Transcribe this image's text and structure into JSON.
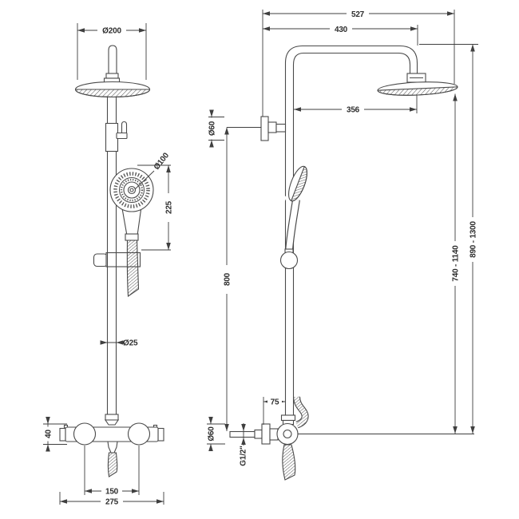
{
  "drawing": {
    "front_view": {
      "head_diameter": "Ø200",
      "handheld_diameter": "Ø100",
      "handheld_length": "225",
      "riser_diameter": "Ø25",
      "valve_body_height": "40",
      "valve_hole_spacing": "150",
      "valve_overall_width": "275"
    },
    "side_view": {
      "overall_projection": "527",
      "arm_projection": "430",
      "head_center_offset": "356",
      "wall_bracket_diameter": "Ø60",
      "bracket_to_valve_height": "800",
      "head_height_range": "740 - 1140",
      "overall_height_range": "890 - 1300",
      "valve_projection": "75",
      "valve_flange_diameter": "Ø60",
      "inlet_thread": "G1/2\""
    }
  },
  "colors": {
    "line": "#4a4a4a",
    "dimension": "#3f3f3f",
    "text": "#2e2e2e",
    "background": "#ffffff"
  }
}
